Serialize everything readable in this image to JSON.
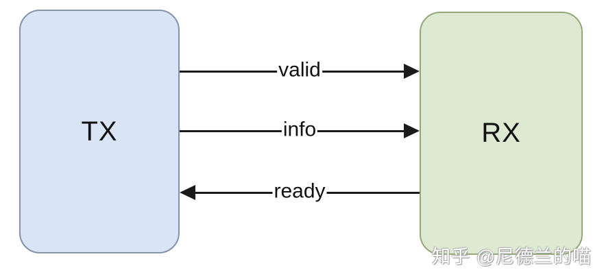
{
  "diagram": {
    "type": "block-diagram",
    "background": "#ffffff",
    "arrow_color": "#1a1a1a",
    "nodes": [
      {
        "id": "tx",
        "label": "TX",
        "fill": "#d9e4f7",
        "border": "#8493aa"
      },
      {
        "id": "rx",
        "label": "RX",
        "fill": "#dde9d0",
        "border": "#92a878"
      }
    ],
    "signals": [
      {
        "label": "valid",
        "from": "TX",
        "to": "RX",
        "direction": "right"
      },
      {
        "label": "info",
        "from": "TX",
        "to": "RX",
        "direction": "right"
      },
      {
        "label": "ready",
        "from": "RX",
        "to": "TX",
        "direction": "left"
      }
    ],
    "watermark": "知乎 @尼德兰的喵"
  }
}
